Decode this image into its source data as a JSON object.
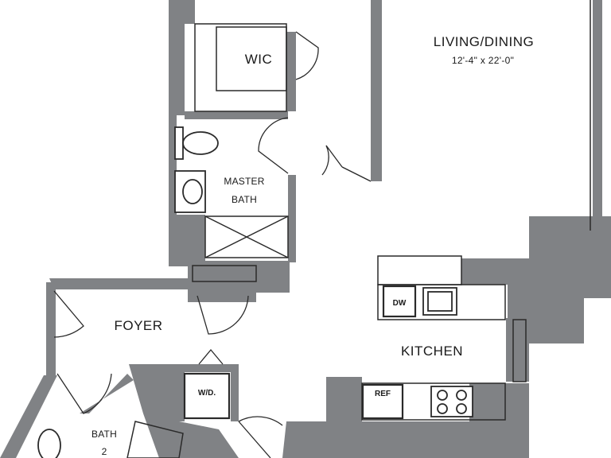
{
  "rooms": {
    "living": {
      "name": "LIVING/DINING",
      "dims": "12'-4\" x 22'-0\""
    },
    "wic": {
      "name": "WIC"
    },
    "master_bath": {
      "line1": "MASTER",
      "line2": "BATH"
    },
    "foyer": {
      "name": "FOYER"
    },
    "kitchen": {
      "name": "KITCHEN"
    },
    "bath2": {
      "line1": "BATH",
      "line2": "2"
    }
  },
  "appliances": {
    "dishwasher": "DW",
    "refrigerator": "REF",
    "washer_dryer": "W/D."
  },
  "colors": {
    "wall": "#808285",
    "line": "#2a2a2a",
    "background": "#ffffff"
  }
}
